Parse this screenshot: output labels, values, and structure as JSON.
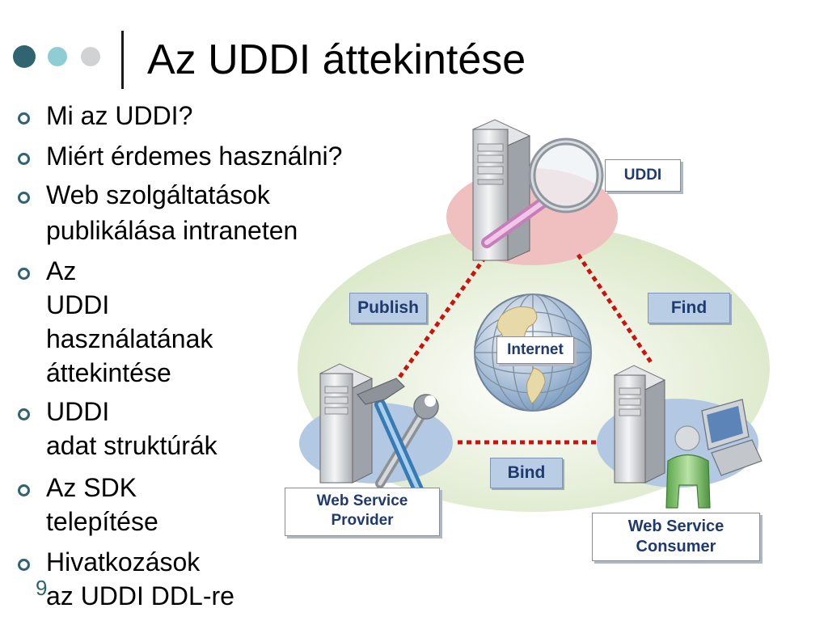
{
  "slide": {
    "title": "Az UDDI áttekintése",
    "number": "9",
    "bullets": [
      {
        "lines": [
          "Mi az UDDI?"
        ]
      },
      {
        "lines": [
          "Miért érdemes használni?"
        ]
      },
      {
        "lines": [
          "Web szolgáltatások",
          "publikálása intraneten"
        ]
      },
      {
        "lines": [
          "Az",
          "UDDI",
          "használatának",
          " áttekintése"
        ]
      },
      {
        "lines": [
          "UDDI",
          "adat struktúrák"
        ]
      },
      {
        "lines": [
          "Az SDK",
          "telepítése"
        ]
      },
      {
        "lines": [
          "Hivatkozások",
          "az UDDI DDL-re"
        ]
      }
    ]
  },
  "diagram": {
    "uddi_label": "UDDI",
    "publish_label": "Publish",
    "find_label": "Find",
    "internet_label": "Internet",
    "bind_label": "Bind",
    "provider_label": [
      "Web Service",
      "Provider"
    ],
    "consumer_label": [
      "Web Service",
      "Consumer"
    ],
    "icons": [
      "server-icon",
      "magnifier-icon",
      "hammer-icon",
      "wrench-icon",
      "globe-icon",
      "user-icon",
      "monitor-icon"
    ]
  },
  "colors": {
    "accent": "#2f6470",
    "connector": "#cc1111",
    "label_blue_bg": "#b9cde4",
    "label_text": "#1f3a6e",
    "uddi_ellipse": "#f2c4c4",
    "node_ellipse": "#b8cce4",
    "background_ellipse": "#e6f0d8"
  }
}
